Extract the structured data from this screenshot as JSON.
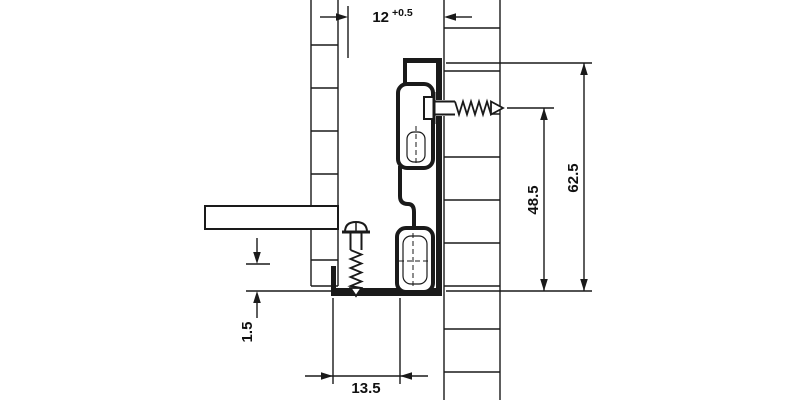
{
  "colors": {
    "ink": "#1a1a1a",
    "background": "#ffffff"
  },
  "dims": {
    "top": {
      "value": "12",
      "tolerance": "+0.5"
    },
    "height_outer": {
      "value": "62.5"
    },
    "height_inner": {
      "value": "48.5"
    },
    "bottom_offset": {
      "value": "1.5"
    },
    "bottom_width": {
      "value": "13.5"
    }
  }
}
